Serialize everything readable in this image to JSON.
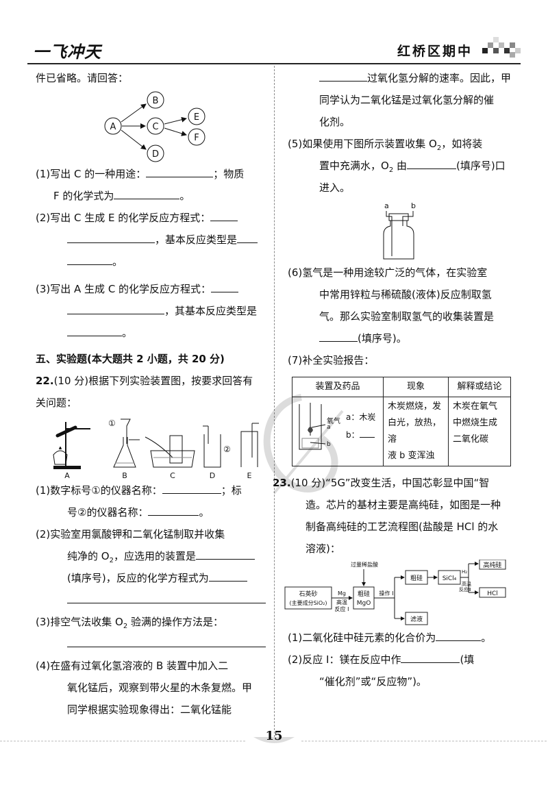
{
  "header": {
    "brand": "一飞冲天",
    "exam": "红桥区期中"
  },
  "left": {
    "intro": "件已省略。请回答：",
    "diagram1": {
      "nodes": [
        "A",
        "B",
        "C",
        "D",
        "E",
        "F"
      ]
    },
    "q1": {
      "a": "(1)写出 C 的一种用途：",
      "b": "；物质",
      "c": "F 的化学式为",
      "d": "。"
    },
    "q2": {
      "a": "(2)写出 C 生成 E 的化学反应方程式：",
      "b": "，基本反应类型是",
      "c": "。"
    },
    "q3": {
      "a": "(3)写出 A 生成 C 的化学反应方程式：",
      "b": "，其基本反应类型是",
      "c": "。"
    },
    "section5": "五、实验题(本大题共 2 小题，共 20 分)",
    "q22": {
      "num": "22.",
      "a": "(10 分)根据下列实验装置图，按要求回答有",
      "b": "关问题："
    },
    "apparatus": {
      "labels": [
        "A",
        "B",
        "C",
        "D",
        "E"
      ],
      "mark1": "①",
      "mark2": "②"
    },
    "p1": {
      "a": "(1)数字标号①的仪器名称：",
      "b": "；标",
      "c": "号②的仪器名称：",
      "d": "。"
    },
    "p2": {
      "a": "(2)实验室用氯酸钾和二氧化锰制取并收集",
      "b": "纯净的 O",
      "b_sub": "2",
      "b2": "，应选用的装置是",
      "c": "(填序号)，反应的化学方程式为"
    },
    "p3": {
      "a": "(3)排空气法收集 O",
      "a_sub": "2",
      "a2": " 验满的操作方法是："
    },
    "p4": {
      "a": "(4)在盛有过氧化氢溶液的 B 装置中加入二",
      "b": "氧化锰后，观察到带火星的木条复燃。甲",
      "c": "同学根据实验现象得出：二氧化锰能"
    }
  },
  "right": {
    "c1": "过氧化氢分解的速率。因此，甲",
    "c2": "同学认为二氧化锰是过氧化氢分解的催",
    "c3": "化剂。",
    "p5": {
      "a": "(5)如果使用下图所示装置收集 O",
      "a_sub": "2",
      "a2": "，如将装",
      "b": "置中充满水，O",
      "b_sub": "2",
      "b2": " 由",
      "b3": "(填序号)口",
      "c": "进入。"
    },
    "bottle": {
      "a": "a",
      "b": "b"
    },
    "p6": {
      "a": "(6)氢气是一种用途较广泛的气体，在实验室",
      "b": "中常用锌粒与稀硫酸(液体)反应制取氢",
      "c": "气。那么实验室制取氢气的收集装置是",
      "d": "(填序号)。"
    },
    "p7": "(7)补全实验报告：",
    "report": {
      "headers": [
        "装置及药品",
        "现象",
        "解释或结论"
      ],
      "oxygen": "氧气",
      "a_label": "a",
      "b_label": "b",
      "reagent_a": "a：木炭",
      "reagent_b": "b：",
      "phenomenon": [
        "木炭燃烧，发",
        "白光，放热，溶",
        "液 b 变浑浊"
      ],
      "conclusion": [
        "木炭在氧气",
        "中燃烧生成",
        "二氧化碳"
      ]
    },
    "q23": {
      "num": "23.",
      "a": "(10 分)“5G”改变生活，中国芯彰显中国“智",
      "b": "造。芯片的基材主要是高纯硅，如图是一种",
      "c": "制备高纯硅的工艺流程图(盐酸是 HCl 的水",
      "d": "溶液)："
    },
    "flow": {
      "quartz": "石英砂",
      "quartz_sub": "(主要成分SiO₂)",
      "mg": "Mg",
      "high_temp1": "高温",
      "reaction1": "反应 I",
      "crude_mix_1": "粗硅",
      "crude_mix_2": "MgO",
      "hcl_excess": "过量稀盐酸",
      "op1": "操作 I",
      "crude_si": "粗硅",
      "sicl4": "SiCl₄",
      "h2": "H₂",
      "high_temp2": "高温",
      "reaction2": "反应Ⅱ",
      "pure_si": "高纯硅",
      "hcl": "HCl",
      "filtrate": "滤液"
    },
    "q23p1": {
      "a": "(1)二氧化硅中硅元素的化合价为",
      "b": "。"
    },
    "q23p2": {
      "a": "(2)反应 Ⅰ：镁在反应中作",
      "b": "(填",
      "c": "“催化剂”或“反应物”)。"
    }
  },
  "footer": {
    "page": "15"
  }
}
